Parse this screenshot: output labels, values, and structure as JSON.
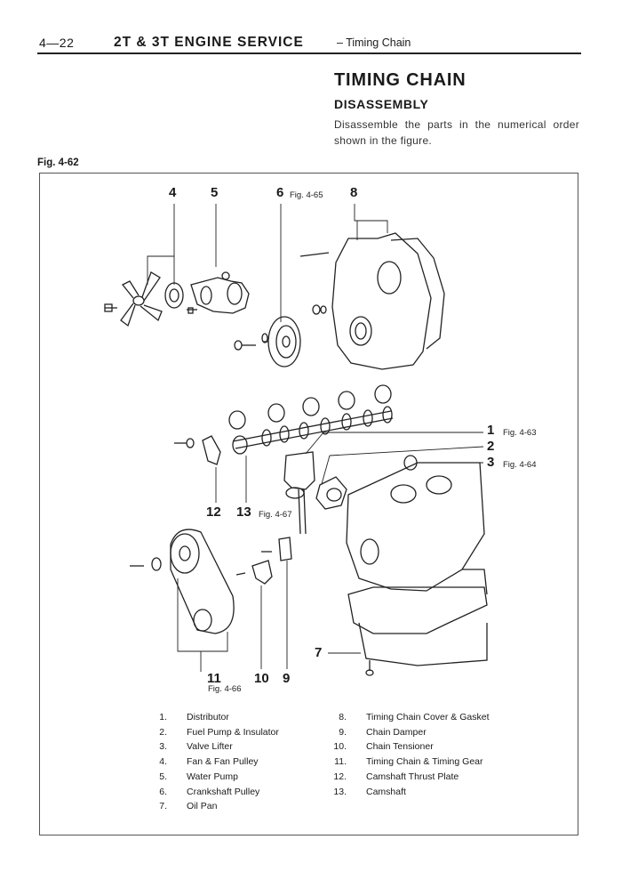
{
  "header": {
    "page_number": "4—22",
    "title": "2T & 3T ENGINE SERVICE",
    "subtitle": "– Timing Chain"
  },
  "section": {
    "title": "TIMING CHAIN",
    "subtitle": "DISASSEMBLY",
    "intro": "Disassemble the parts in the numerical order shown in the figure."
  },
  "figure": {
    "label": "Fig. 4-62",
    "callouts": {
      "c1": "1",
      "c2": "2",
      "c3": "3",
      "c4": "4",
      "c5": "5",
      "c6": "6",
      "c7": "7",
      "c8": "8",
      "c9": "9",
      "c10": "10",
      "c11": "11",
      "c12": "12",
      "c13": "13"
    },
    "refs": {
      "r6": "Fig. 4-65",
      "r1": "Fig. 4-63",
      "r3": "Fig. 4-64",
      "r13": "Fig. 4-67",
      "r11": "Fig. 4-66"
    }
  },
  "legend_left": [
    {
      "num": "1.",
      "text": "Distributor"
    },
    {
      "num": "2.",
      "text": "Fuel Pump & Insulator"
    },
    {
      "num": "3.",
      "text": "Valve Lifter"
    },
    {
      "num": "4.",
      "text": "Fan & Fan Pulley"
    },
    {
      "num": "5.",
      "text": "Water Pump"
    },
    {
      "num": "6.",
      "text": "Crankshaft Pulley"
    },
    {
      "num": "7.",
      "text": "Oil Pan"
    }
  ],
  "legend_right": [
    {
      "num": "8.",
      "text": "Timing Chain Cover & Gasket"
    },
    {
      "num": "9.",
      "text": "Chain Damper"
    },
    {
      "num": "10.",
      "text": "Chain Tensioner"
    },
    {
      "num": "11.",
      "text": "Timing Chain & Timing Gear"
    },
    {
      "num": "12.",
      "text": "Camshaft Thrust Plate"
    },
    {
      "num": "13.",
      "text": "Camshaft"
    }
  ]
}
